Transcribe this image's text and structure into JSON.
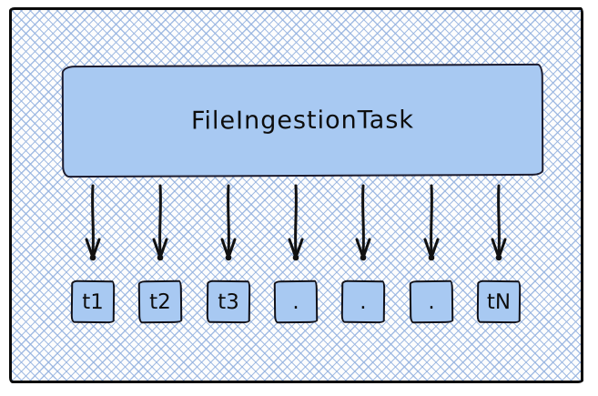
{
  "diagram": {
    "main_box_label": "FileIngestionTask",
    "tasks": [
      {
        "label": "t1"
      },
      {
        "label": "t2"
      },
      {
        "label": "t3"
      },
      {
        "label": "."
      },
      {
        "label": "."
      },
      {
        "label": "."
      },
      {
        "label": "tN"
      }
    ],
    "colors": {
      "node_fill": "#a8c9f2",
      "node_border": "#1b1b2f",
      "frame_border": "#0a0a0a",
      "hatch": "#94b2df",
      "arrow": "#111111"
    }
  }
}
